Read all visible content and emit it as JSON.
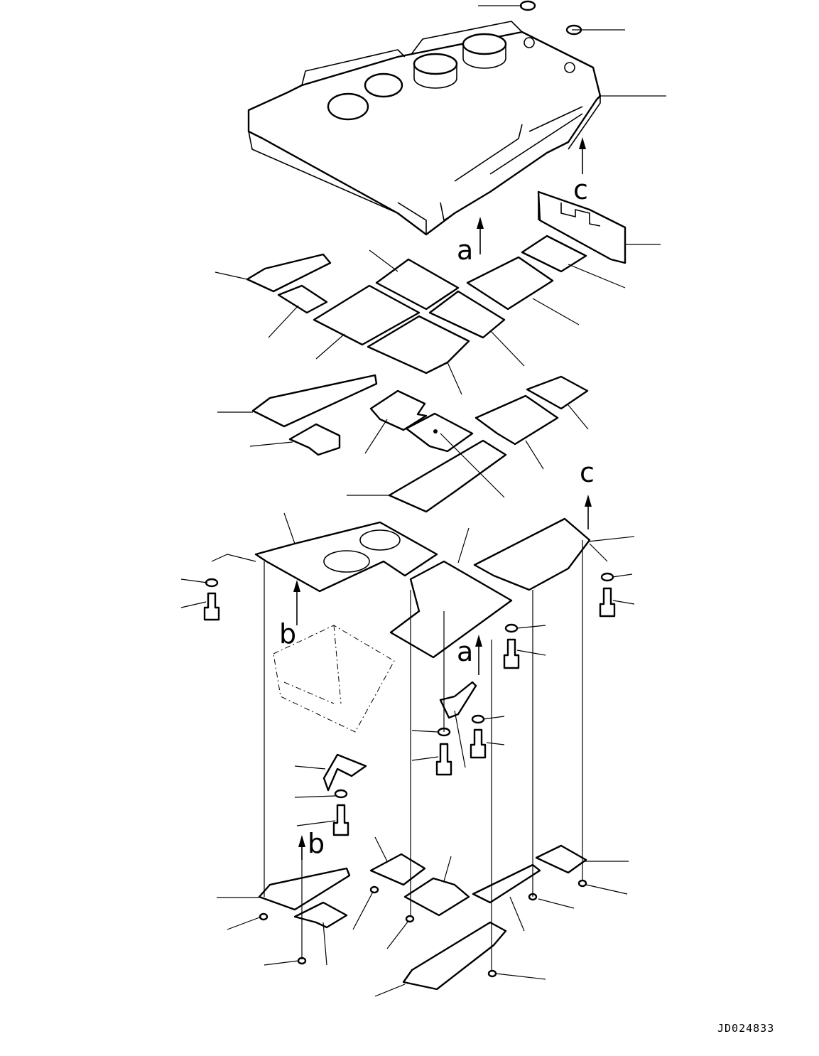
{
  "drawing": {
    "figure_code": "JD024833",
    "view_markers": {
      "a": "a",
      "b": "b",
      "c": "c"
    }
  },
  "colors": {
    "ink": "#000000",
    "paper": "#ffffff"
  }
}
